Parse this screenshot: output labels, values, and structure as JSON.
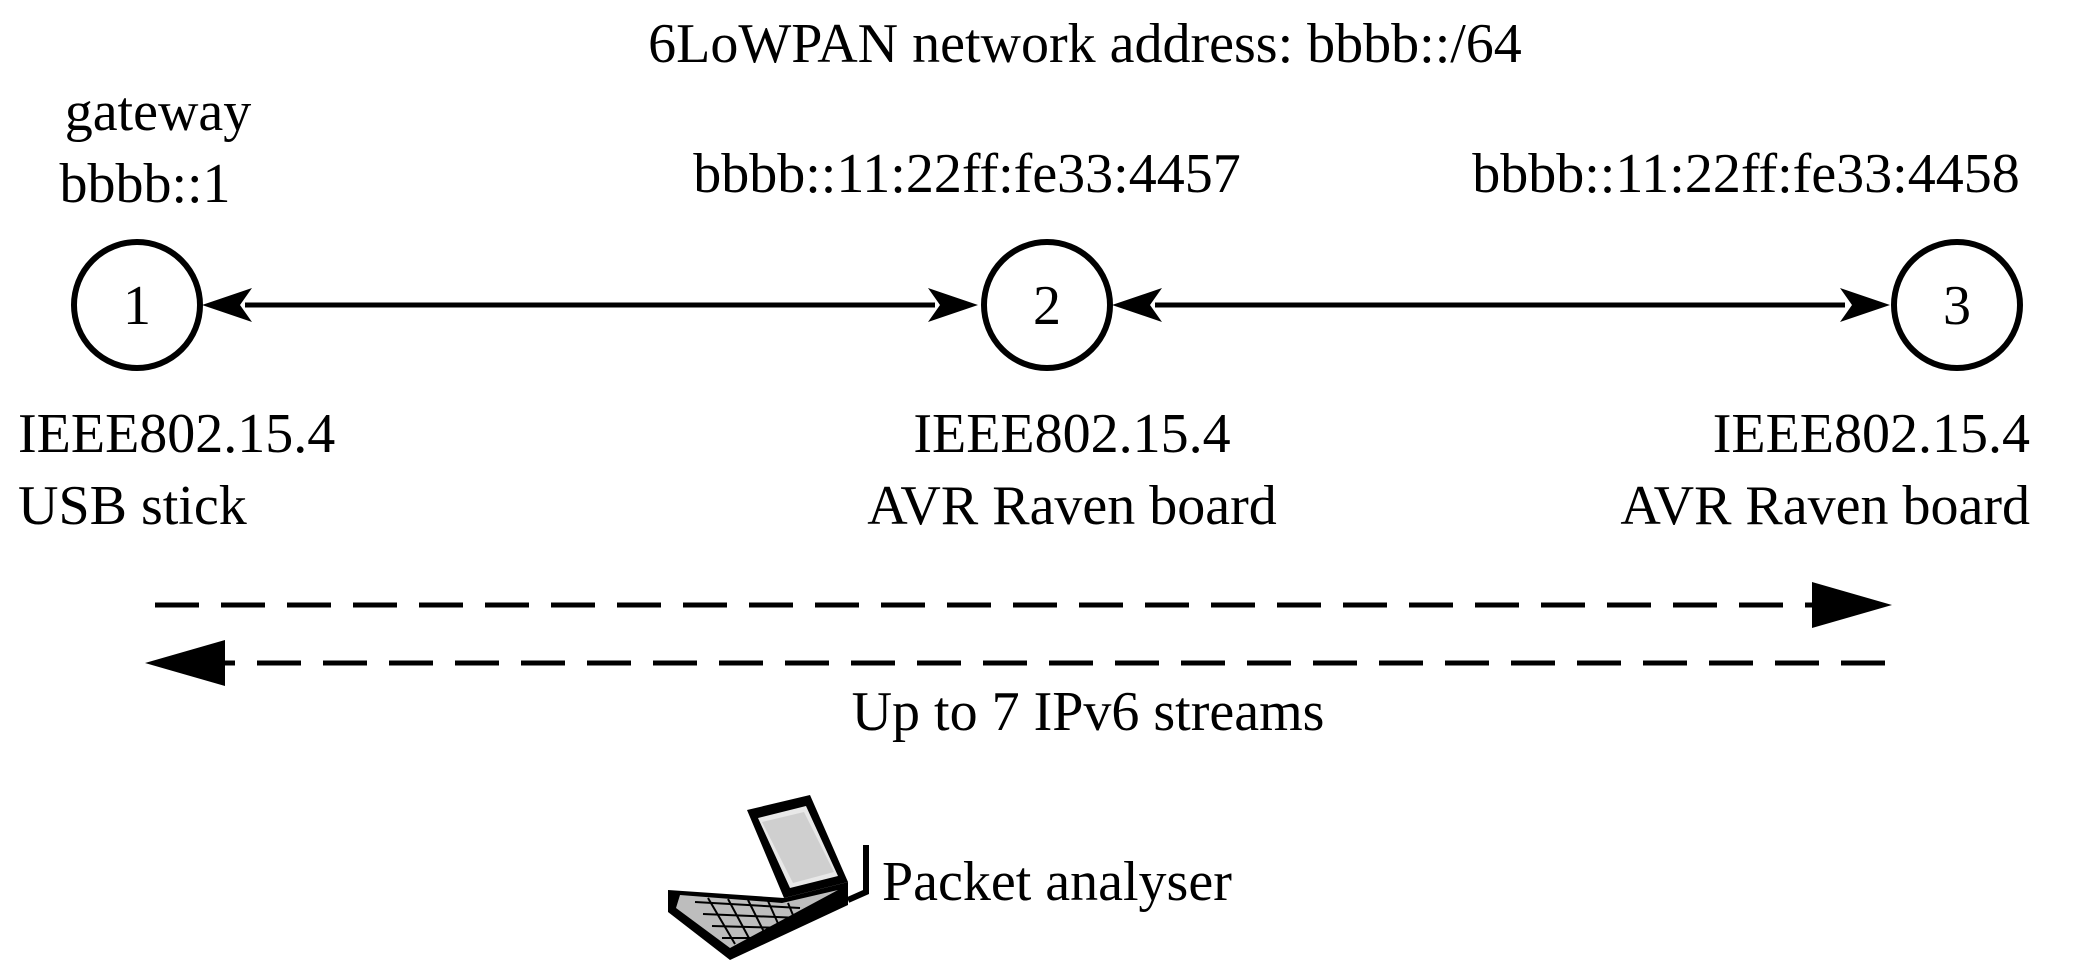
{
  "title": "6LoWPAN network address: bbbb::/64",
  "nodes": [
    {
      "number": "1",
      "role": "gateway",
      "address": "bbbb::1",
      "type": "IEEE802.15.4",
      "device": "USB stick"
    },
    {
      "number": "2",
      "address": "bbbb::11:22ff:fe33:4457",
      "type": "IEEE802.15.4",
      "device": "AVR Raven board"
    },
    {
      "number": "3",
      "address": "bbbb::11:22ff:fe33:4458",
      "type": "IEEE802.15.4",
      "device": "AVR Raven board"
    }
  ],
  "streams_label": "Up to 7 IPv6 streams",
  "analyser_label": "Packet analyser",
  "colors": {
    "ink": "#000000",
    "background": "#ffffff"
  }
}
